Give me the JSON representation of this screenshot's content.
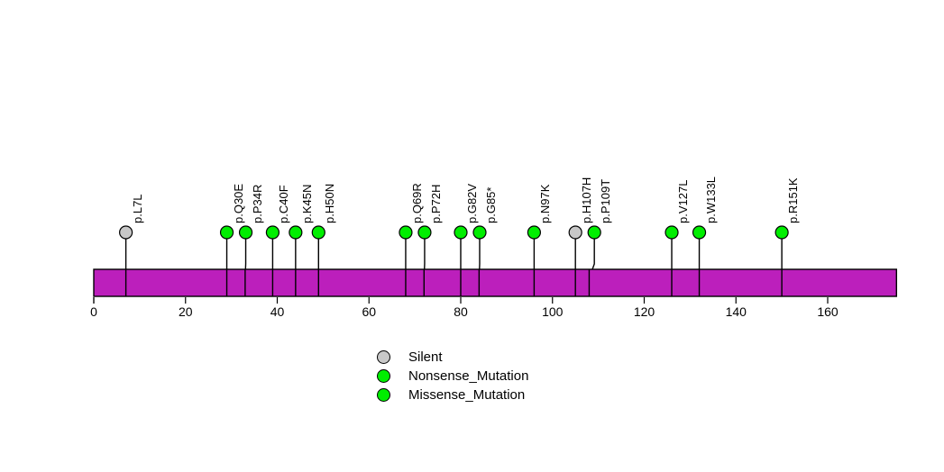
{
  "chart_data": {
    "type": "lollipop",
    "title": "",
    "xlabel": "",
    "ylabel": "",
    "xlim": [
      0,
      175
    ],
    "axis_ticks": [
      0,
      20,
      40,
      60,
      80,
      100,
      120,
      140,
      160
    ],
    "protein_length": 175,
    "domain_bar": {
      "start": 0,
      "end": 175,
      "color": "#BC1FBC",
      "border_color": "#000000"
    },
    "grid": false,
    "legend_position": "bottom-center",
    "colors": {
      "silent": "#C8C8C8",
      "nonsense": "#00EE00",
      "missense": "#00EE00",
      "stem": "#000000",
      "bar": "#BC1FBC"
    },
    "mutations": [
      {
        "label": "p.L7L",
        "position": 7,
        "type": "Silent",
        "color": "#C8C8C8"
      },
      {
        "label": "p.Q30E",
        "position": 29,
        "type": "Missense_Mutation",
        "color": "#00EE00"
      },
      {
        "label": "p.P34R",
        "position": 33,
        "type": "Missense_Mutation",
        "color": "#00EE00"
      },
      {
        "label": "p.C40F",
        "position": 39,
        "type": "Missense_Mutation",
        "color": "#00EE00"
      },
      {
        "label": "p.K45N",
        "position": 44,
        "type": "Missense_Mutation",
        "color": "#00EE00"
      },
      {
        "label": "p.H50N",
        "position": 49,
        "type": "Missense_Mutation",
        "color": "#00EE00"
      },
      {
        "label": "p.Q69R",
        "position": 68,
        "type": "Missense_Mutation",
        "color": "#00EE00"
      },
      {
        "label": "p.P72H",
        "position": 72,
        "type": "Missense_Mutation",
        "color": "#00EE00"
      },
      {
        "label": "p.G82V",
        "position": 80,
        "type": "Missense_Mutation",
        "color": "#00EE00"
      },
      {
        "label": "p.G85*",
        "position": 84,
        "type": "Nonsense_Mutation",
        "color": "#00EE00"
      },
      {
        "label": "p.N97K",
        "position": 96,
        "type": "Missense_Mutation",
        "color": "#00EE00"
      },
      {
        "label": "p.H107H",
        "position": 105,
        "type": "Silent",
        "color": "#C8C8C8"
      },
      {
        "label": "p.P109T",
        "position": 108,
        "type": "Missense_Mutation",
        "color": "#00EE00"
      },
      {
        "label": "p.V127L",
        "position": 126,
        "type": "Missense_Mutation",
        "color": "#00EE00"
      },
      {
        "label": "p.W133L",
        "position": 132,
        "type": "Missense_Mutation",
        "color": "#00EE00"
      },
      {
        "label": "p.R151K",
        "position": 150,
        "type": "Missense_Mutation",
        "color": "#00EE00"
      }
    ],
    "legend": [
      {
        "label": "Silent",
        "color": "#C8C8C8"
      },
      {
        "label": "Nonsense_Mutation",
        "color": "#00EE00"
      },
      {
        "label": "Missense_Mutation",
        "color": "#00EE00"
      }
    ]
  }
}
